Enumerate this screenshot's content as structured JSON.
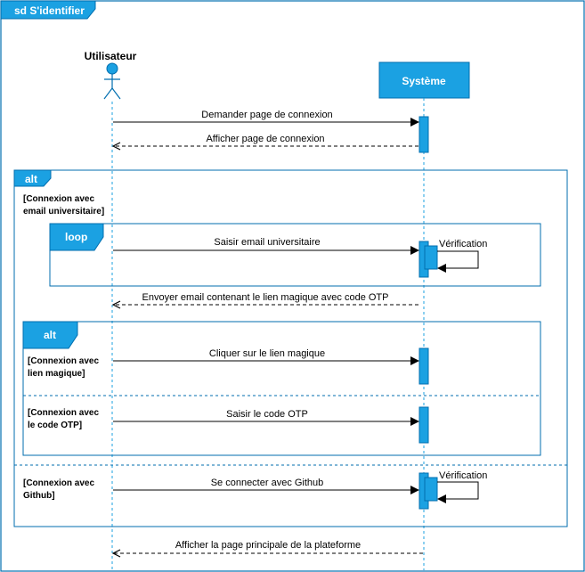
{
  "diagram": {
    "frame_label": "sd S'identifier",
    "actor": {
      "name": "Utilisateur",
      "icon": "stick-figure-icon"
    },
    "system": {
      "name": "Système"
    },
    "fragments": {
      "alt_outer": {
        "operator": "alt",
        "guard_1": "[Connexion avec email universitaire]",
        "guard_2": "[Connexion avec Github]"
      },
      "loop": {
        "operator": "loop"
      },
      "alt_inner": {
        "operator": "alt",
        "guard_1": "[Connexion avec lien magique]",
        "guard_2": "[Connexion avec le code OTP]"
      }
    },
    "messages": {
      "m1": "Demander page de connexion",
      "m2": "Afficher page de connexion",
      "m3": "Saisir email universitaire",
      "m4": "Vérification",
      "m5": "Envoyer email contenant le lien magique avec code OTP",
      "m6": "Cliquer sur le lien magique",
      "m7": "Saisir le code OTP",
      "m8": "Se connecter avec Github",
      "m9": "Vérification",
      "m10": "Afficher la page principale de la plateforme"
    },
    "colors": {
      "primary": "#1BA1E2",
      "stroke": "#006EAF",
      "line": "#000000"
    }
  }
}
